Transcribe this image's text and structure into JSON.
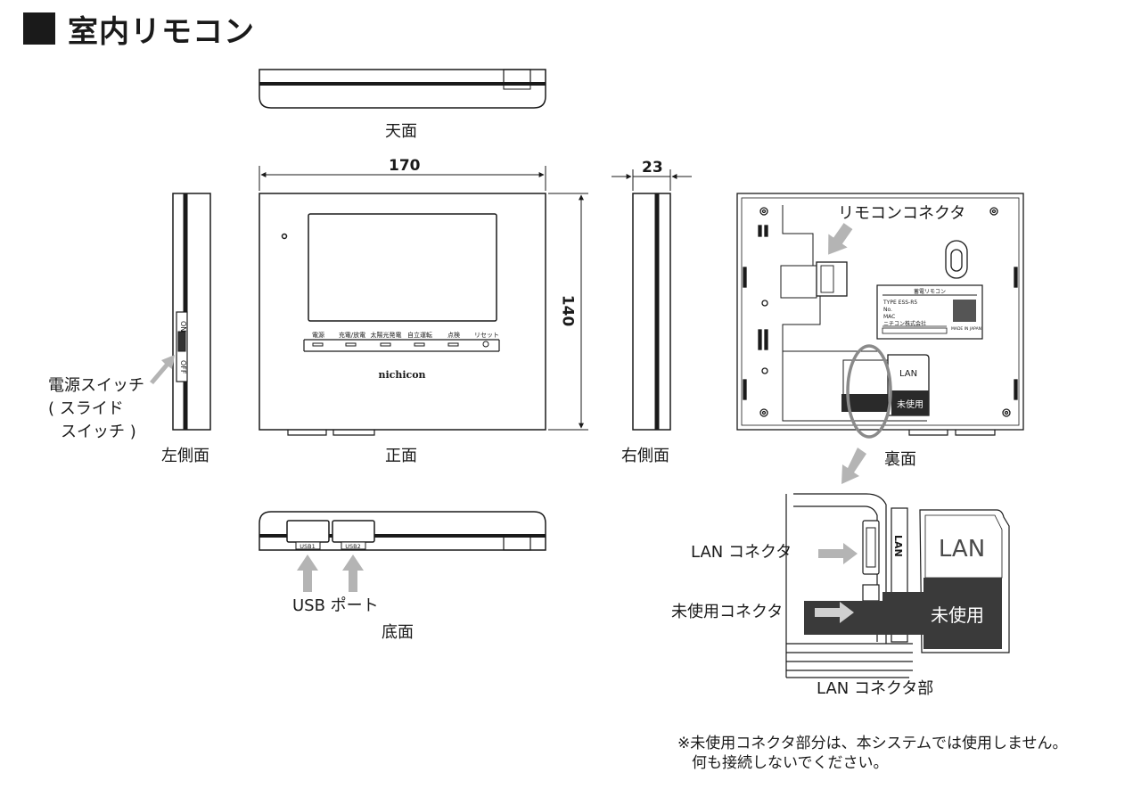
{
  "page": {
    "title": "室内リモコン"
  },
  "views": {
    "top": "天面",
    "left": "左側面",
    "front": "正面",
    "right": "右側面",
    "back": "裏面",
    "bottom": "底面"
  },
  "dimensions": {
    "width": "170",
    "height": "140",
    "depth": "23"
  },
  "front_panel": {
    "indicators": [
      "電源",
      "充電/放電",
      "太陽光発電",
      "自立運転",
      "点検",
      "リセット"
    ],
    "logo": "nichicon"
  },
  "left_side": {
    "switch_on": "ON",
    "switch_off": "OFF"
  },
  "callouts": {
    "power_switch_line1": "電源スイッチ",
    "power_switch_line2": "( スライド",
    "power_switch_line3": "スイッチ )",
    "usb_port": "USB ポート",
    "remote_connector": "リモコンコネクタ",
    "lan_connector": "LAN コネクタ",
    "unused_connector": "未使用コネクタ",
    "lan_connector_section": "LAN コネクタ部"
  },
  "bottom_ports": {
    "usb1": "USB1",
    "usb2": "USB2"
  },
  "back_label": {
    "header": "蓄電リモコン",
    "type": "TYPE ESS-R5",
    "no": "No.",
    "mac": "MAC",
    "maker": "ニチコン株式会社",
    "made_in": "MADE IN JAPAN"
  },
  "back_tags": {
    "lan": "LAN",
    "unused": "未使用"
  },
  "detail_tags": {
    "lan_large": "LAN",
    "unused_large": "未使用",
    "lan_vertical": "LAN"
  },
  "footnote": {
    "line1": "※未使用コネクタ部分は、本システムでは使用しません。",
    "line2": "何も接続しないでください。"
  }
}
